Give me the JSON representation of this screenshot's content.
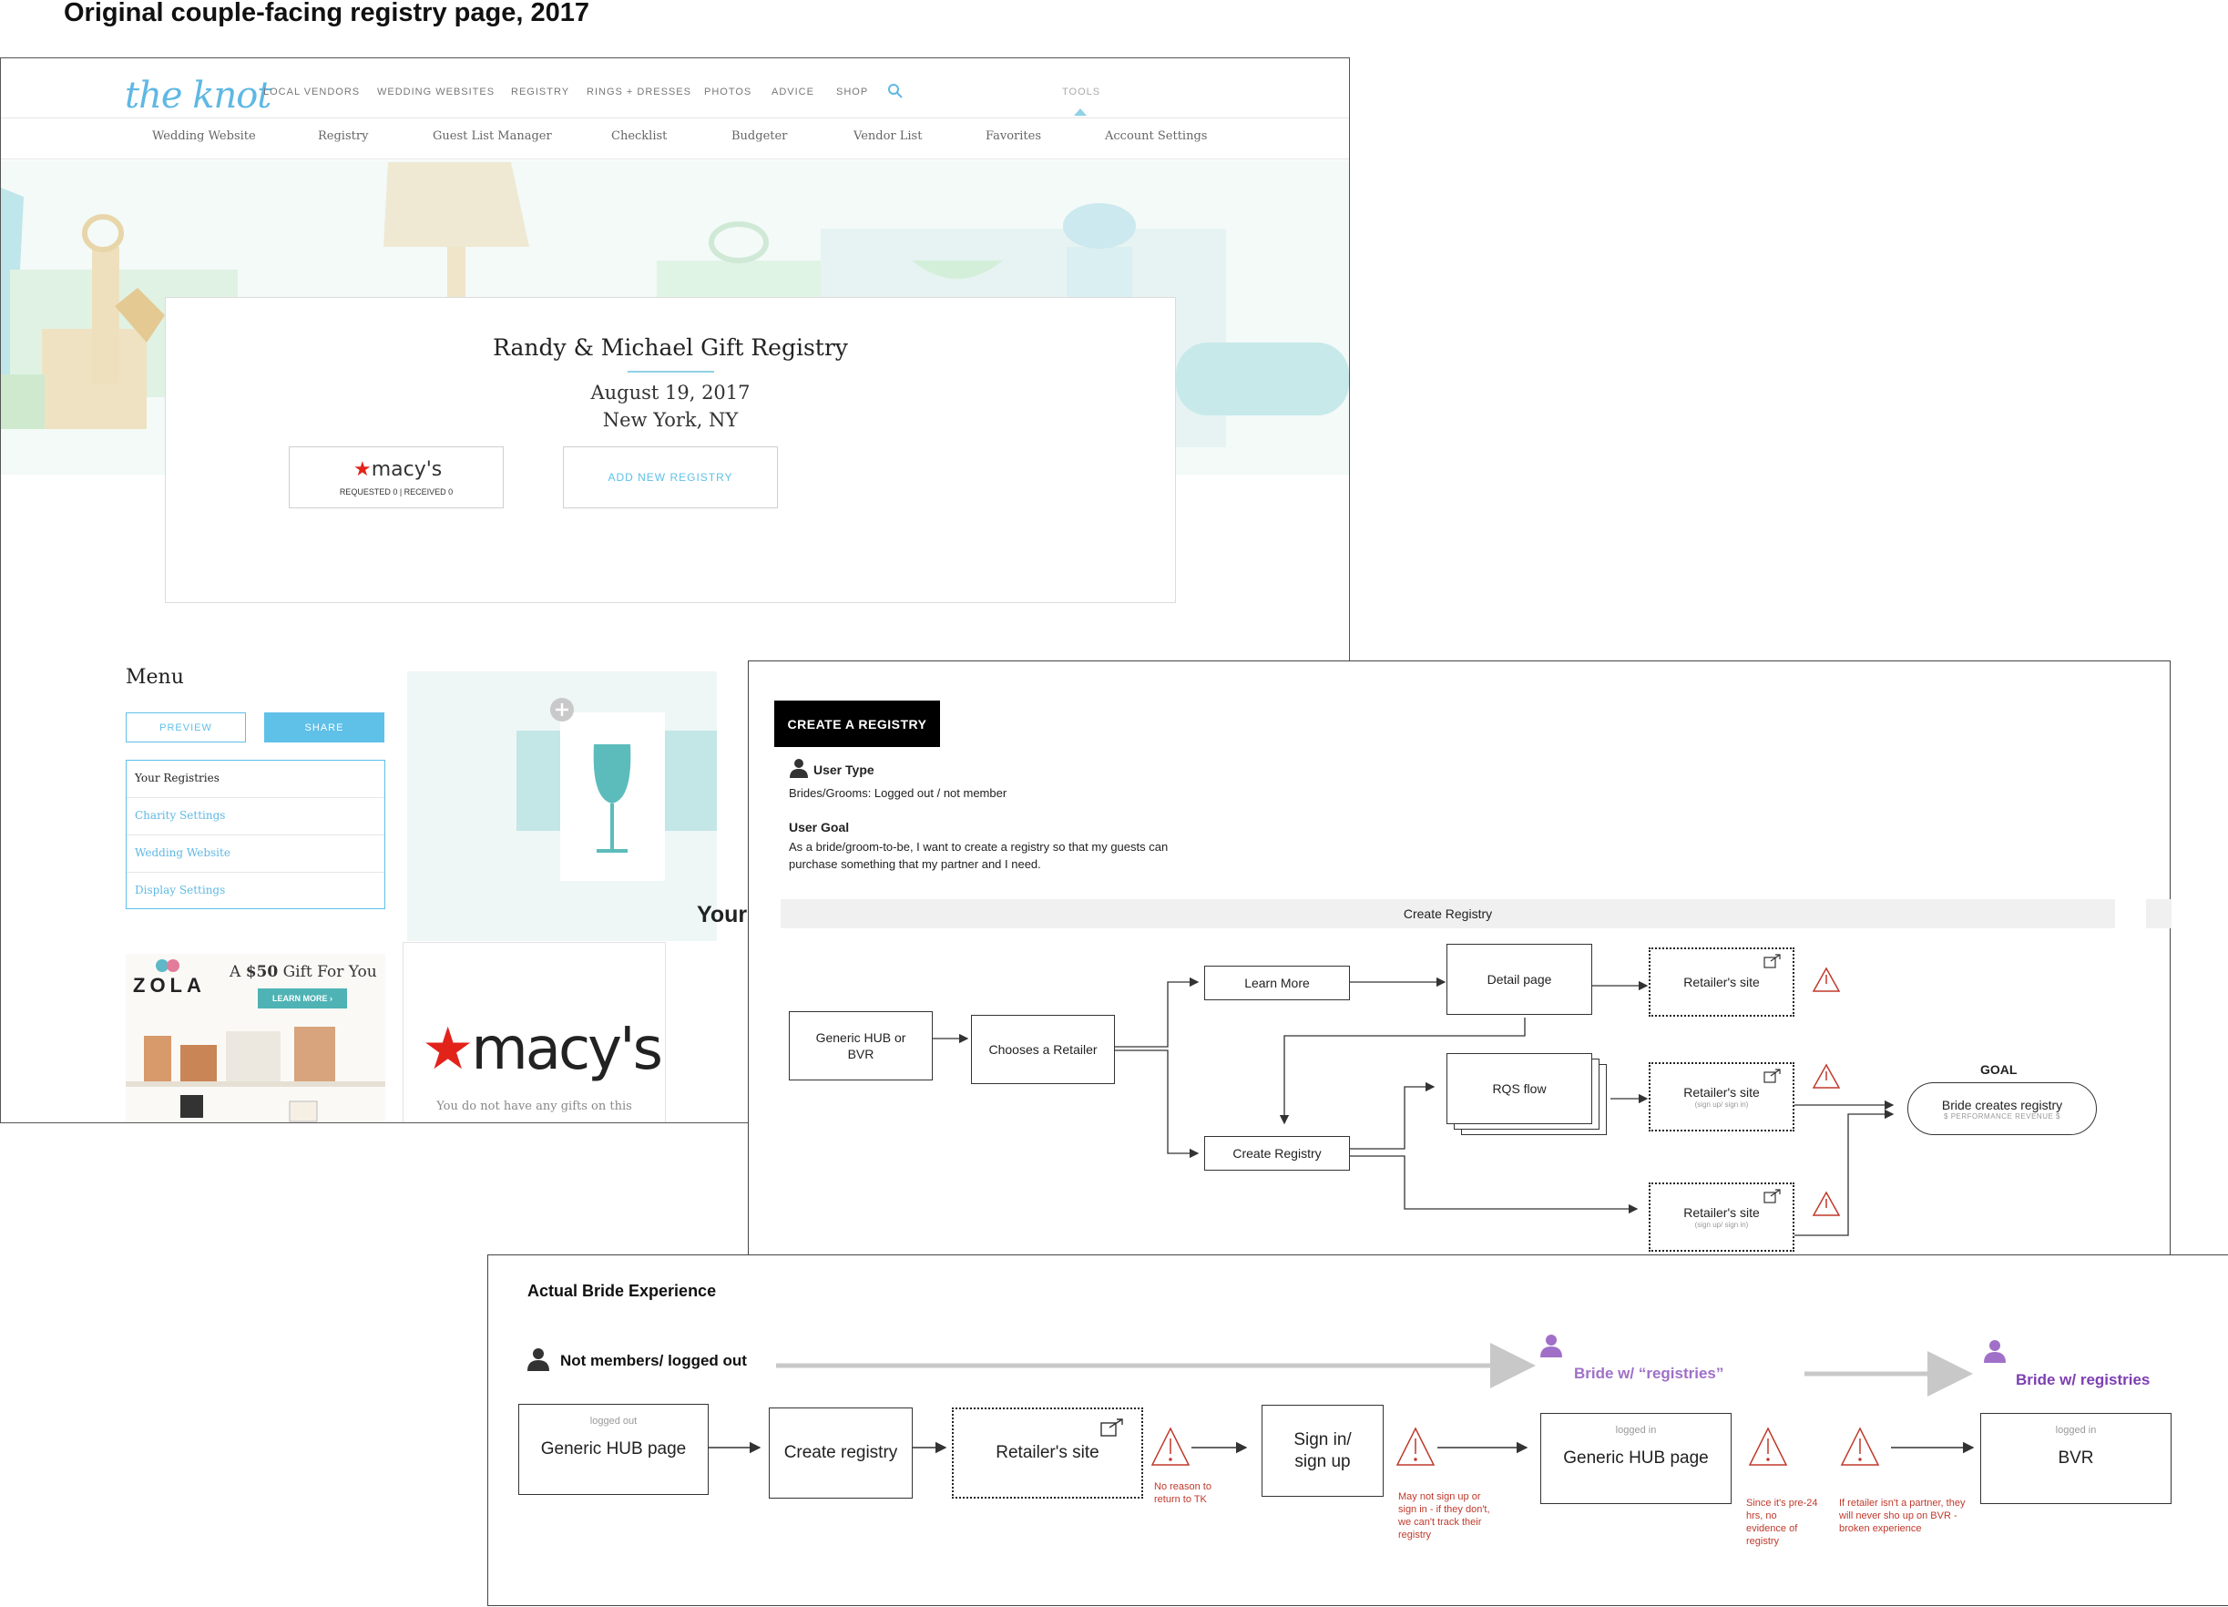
{
  "heading": "Original couple-facing registry page, 2017",
  "knot": {
    "logo": "the knot",
    "nav": [
      "LOCAL VENDORS",
      "WEDDING WEBSITES",
      "REGISTRY",
      "RINGS + DRESSES",
      "PHOTOS",
      "ADVICE",
      "SHOP"
    ],
    "tools": "TOOLS",
    "subnav": [
      "Wedding Website",
      "Registry",
      "Guest List Manager",
      "Checklist",
      "Budgeter",
      "Vendor List",
      "Favorites",
      "Account Settings"
    ],
    "card": {
      "title": "Randy & Michael Gift Registry",
      "date": "August 19, 2017",
      "location": "New York, NY",
      "retailer": "macy's",
      "counts": "REQUESTED 0 | RECEIVED 0",
      "add": "ADD NEW REGISTRY"
    },
    "menu": {
      "title": "Menu",
      "preview": "PREVIEW",
      "share": "SHARE",
      "items": [
        "Your Registries",
        "Charity Settings",
        "Wedding Website",
        "Display Settings"
      ]
    },
    "your": "Your",
    "zola": {
      "brand": "ZOLA",
      "offer_prefix": "A ",
      "offer_amount": "$50",
      "offer_rest": " Gift For You",
      "cta": "LEARN MORE ›"
    },
    "macys_big": {
      "brand": "macy's",
      "empty": "You do not have any gifts on this"
    }
  },
  "flow": {
    "badge": "CREATE A REGISTRY",
    "user_type_label": "User Type",
    "user_type": "Brides/Grooms: Logged out / not member",
    "user_goal_label": "User Goal",
    "user_goal": "As a bride/groom-to-be, I want to create a registry so that my guests can purchase something that my partner and I need.",
    "band": "Create Registry",
    "nodes": {
      "hub": "Generic HUB or BVR",
      "chooses": "Chooses a Retailer",
      "learn": "Learn More",
      "detail": "Detail page",
      "retail1": "Retailer's site",
      "rqs": "RQS flow",
      "create": "Create Registry",
      "retail2": "Retailer's site",
      "retail2_sub": "(sign up/ sign in)",
      "retail3": "Retailer's site",
      "retail3_sub": "(sign up/ sign in)"
    },
    "goal_label": "GOAL",
    "goal": "Bride creates registry",
    "goal_sub": "$ PERFORMANCE REVENUE $"
  },
  "bride": {
    "title": "Actual Bride Experience",
    "seg1": "Not members/ logged out",
    "seg2": "Bride w/ “registries”",
    "seg3": "Bride w/ registries",
    "logged_out": "logged out",
    "logged_in": "logged in",
    "n1": "Generic HUB page",
    "n2": "Create registry",
    "n3": "Retailer's site",
    "n4": "Sign in/ sign up",
    "n5": "Generic HUB page",
    "n6": "BVR",
    "note1": "No reason to return to TK",
    "note2": "May not sign up or sign in - if they don't, we can't track their registry",
    "note3": "Since it's pre-24 hrs, no evidence of registry",
    "note4": "If retailer isn't a partner, they will never sho up on BVR - broken experience"
  },
  "colors": {
    "knot_blue": "#5fc0e8",
    "warning": "#c0392b",
    "purple": "#a070c8",
    "purple_dark": "#7d3fb2"
  }
}
